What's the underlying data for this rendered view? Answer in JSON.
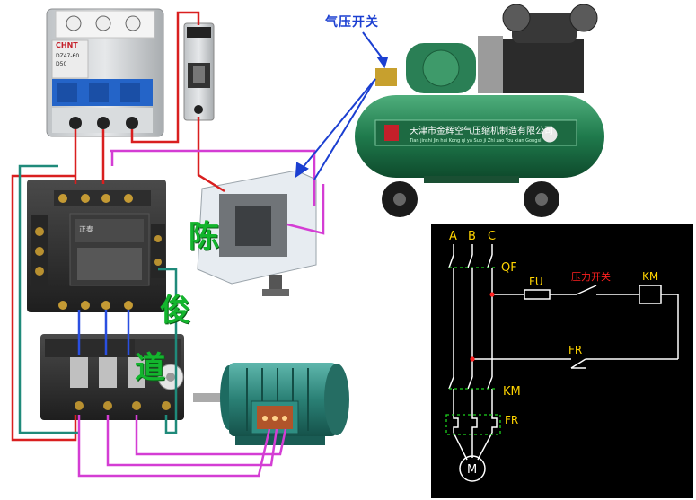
{
  "callout": {
    "label": "气压开关"
  },
  "breaker": {
    "brand": "CHNT",
    "model": "DZ47-60",
    "rating": "D50"
  },
  "contactor": {
    "brand": "正泰"
  },
  "compressor": {
    "nameplate": "天津市金辉空气压缩机制造有限公司",
    "nameplate_pinyin": "Tian jinshi Jin hui Kong qi ya Suo ji Zhi zao You xian Gongsi"
  },
  "watermark": {
    "chars": [
      "陈",
      "俊",
      "道"
    ]
  },
  "schematic": {
    "phases": [
      "A",
      "B",
      "C"
    ],
    "qf": "QF",
    "fu": "FU",
    "pressure_switch": "压力开关",
    "km_coil": "KM",
    "fr_contact": "FR",
    "km_main": "KM",
    "fr_main": "FR",
    "motor": "M",
    "colors": {
      "background": "#000000",
      "wire": "#ffffff",
      "label": "#ffd400",
      "dashed": "#1cd11c",
      "node": "#ff2020",
      "pressure_label": "#ff2020"
    }
  },
  "wire_colors": {
    "red": "#d91f1f",
    "teal": "#1f8a7a",
    "magenta": "#d43dd4",
    "blue": "#2a4fe0"
  }
}
